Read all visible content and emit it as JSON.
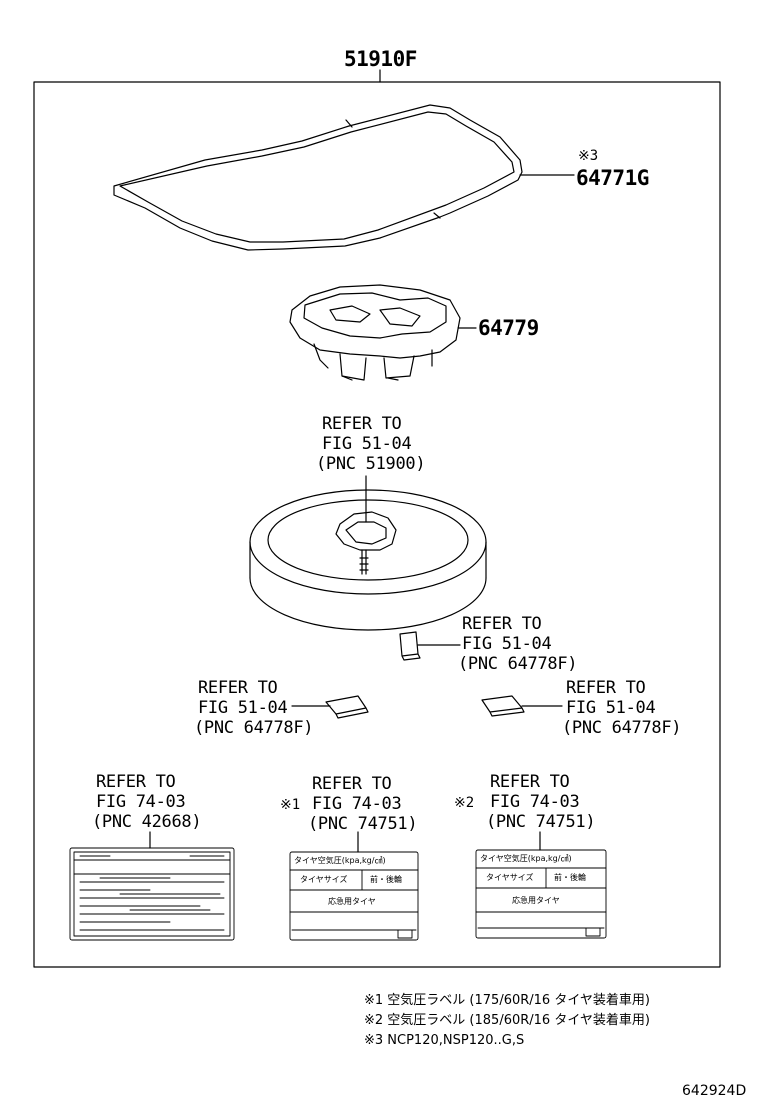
{
  "diagram": {
    "assembly_part": "51910F",
    "parts": {
      "p64771g": {
        "mark": "※3",
        "number": "64771G"
      },
      "p64779": {
        "number": "64779"
      }
    },
    "refs": {
      "spare_tire": {
        "l1": "REFER TO",
        "l2": "FIG 51-04",
        "l3": "(PNC 51900)"
      },
      "item_right_upper": {
        "l1": "REFER TO",
        "l2": "FIG 51-04",
        "l3": "(PNC 64778F)"
      },
      "item_left": {
        "l1": "REFER TO",
        "l2": "FIG 51-04",
        "l3": "(PNC 64778F)"
      },
      "item_right": {
        "l1": "REFER TO",
        "l2": "FIG 51-04",
        "l3": "(PNC 64778F)"
      },
      "label_1": {
        "l1": "REFER TO",
        "l2": "FIG 74-03",
        "l3": "(PNC 42668)"
      },
      "label_2": {
        "mark": "※1",
        "l1": "REFER TO",
        "l2": "FIG 74-03",
        "l3": "(PNC 74751)"
      },
      "label_3": {
        "mark": "※2",
        "l1": "REFER TO",
        "l2": "FIG 74-03",
        "l3": "(PNC 74751)"
      }
    },
    "label_cards": {
      "card2": {
        "title": "タイヤ空気圧(kpa,kg/㎠)",
        "col1": "タイヤサイズ",
        "col2": "前・後輪",
        "row": "応急用タイヤ"
      },
      "card3": {
        "title": "タイヤ空気圧(kpa,kg/㎠)",
        "col1": "タイヤサイズ",
        "col2": "前・後輪",
        "row": "応急用タイヤ"
      }
    },
    "notes": [
      "※1 空気圧ラベル (175/60R/16 タイヤ装着車用)",
      "※2 空気圧ラベル (185/60R/16 タイヤ装着車用)",
      "※3 NCP120,NSP120..G,S"
    ],
    "drawing_id": "642924D"
  }
}
